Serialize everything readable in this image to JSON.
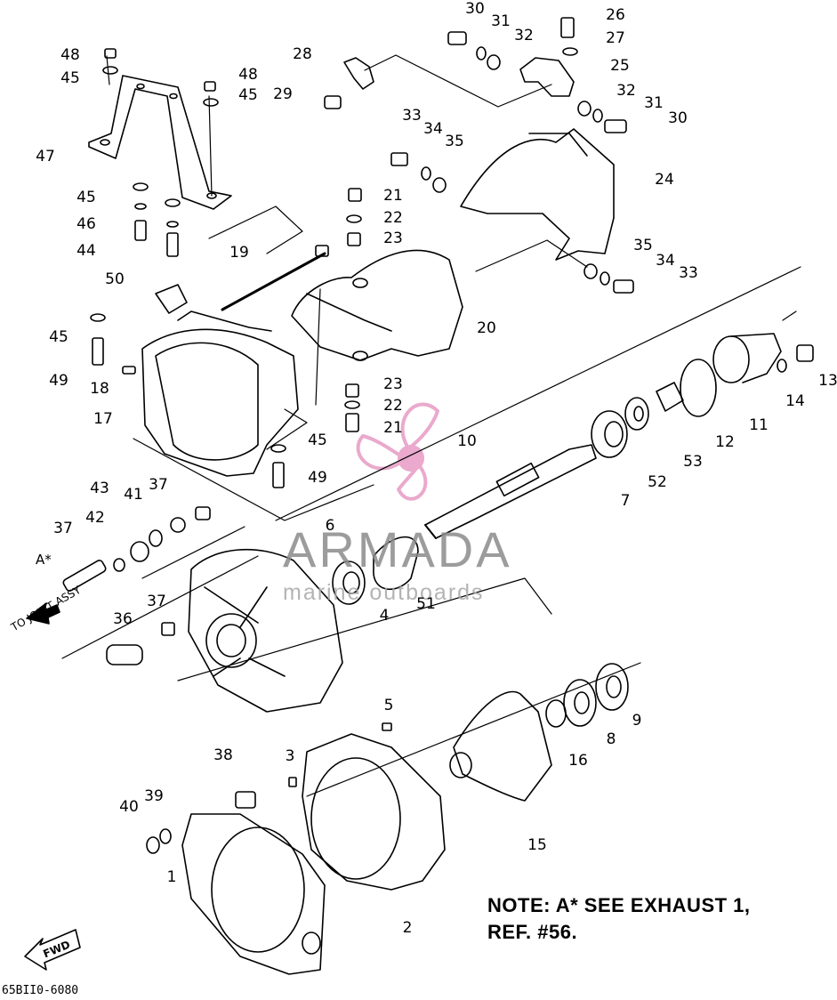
{
  "note": {
    "line1": "NOTE: A* SEE EXHAUST 1,",
    "line2": "REF. #56."
  },
  "watermark": {
    "brand": "ARMADA",
    "tagline": "marine outboards",
    "color": "#e8a0c8"
  },
  "drawing_code": "65BII0-6080",
  "direction_labels": {
    "to_joint": "TO JOINT ASSY",
    "a_star": "A*",
    "fwd": "FWD"
  },
  "callouts": [
    {
      "id": "c1",
      "text": "1"
    },
    {
      "id": "c2",
      "text": "2"
    },
    {
      "id": "c3",
      "text": "3"
    },
    {
      "id": "c4",
      "text": "4"
    },
    {
      "id": "c5",
      "text": "5"
    },
    {
      "id": "c6",
      "text": "6"
    },
    {
      "id": "c7",
      "text": "7"
    },
    {
      "id": "c8",
      "text": "8"
    },
    {
      "id": "c9",
      "text": "9"
    },
    {
      "id": "c10",
      "text": "10"
    },
    {
      "id": "c11",
      "text": "11"
    },
    {
      "id": "c12",
      "text": "12"
    },
    {
      "id": "c13",
      "text": "13"
    },
    {
      "id": "c14",
      "text": "14"
    },
    {
      "id": "c15",
      "text": "15"
    },
    {
      "id": "c16",
      "text": "16"
    },
    {
      "id": "c17",
      "text": "17"
    },
    {
      "id": "c18",
      "text": "18"
    },
    {
      "id": "c19",
      "text": "19"
    },
    {
      "id": "c20",
      "text": "20"
    },
    {
      "id": "c21a",
      "text": "21"
    },
    {
      "id": "c21b",
      "text": "21"
    },
    {
      "id": "c22a",
      "text": "22"
    },
    {
      "id": "c22b",
      "text": "22"
    },
    {
      "id": "c23a",
      "text": "23"
    },
    {
      "id": "c23b",
      "text": "23"
    },
    {
      "id": "c24",
      "text": "24"
    },
    {
      "id": "c25",
      "text": "25"
    },
    {
      "id": "c26",
      "text": "26"
    },
    {
      "id": "c27",
      "text": "27"
    },
    {
      "id": "c28",
      "text": "28"
    },
    {
      "id": "c29",
      "text": "29"
    },
    {
      "id": "c30a",
      "text": "30"
    },
    {
      "id": "c30b",
      "text": "30"
    },
    {
      "id": "c31a",
      "text": "31"
    },
    {
      "id": "c31b",
      "text": "31"
    },
    {
      "id": "c32a",
      "text": "32"
    },
    {
      "id": "c32b",
      "text": "32"
    },
    {
      "id": "c33a",
      "text": "33"
    },
    {
      "id": "c33b",
      "text": "33"
    },
    {
      "id": "c34a",
      "text": "34"
    },
    {
      "id": "c34b",
      "text": "34"
    },
    {
      "id": "c35a",
      "text": "35"
    },
    {
      "id": "c35b",
      "text": "35"
    },
    {
      "id": "c36",
      "text": "36"
    },
    {
      "id": "c37a",
      "text": "37"
    },
    {
      "id": "c37b",
      "text": "37"
    },
    {
      "id": "c37c",
      "text": "37"
    },
    {
      "id": "c38",
      "text": "38"
    },
    {
      "id": "c39",
      "text": "39"
    },
    {
      "id": "c40",
      "text": "40"
    },
    {
      "id": "c41",
      "text": "41"
    },
    {
      "id": "c42",
      "text": "42"
    },
    {
      "id": "c43",
      "text": "43"
    },
    {
      "id": "c44",
      "text": "44"
    },
    {
      "id": "c45a",
      "text": "45"
    },
    {
      "id": "c45b",
      "text": "45"
    },
    {
      "id": "c45c",
      "text": "45"
    },
    {
      "id": "c45d",
      "text": "45"
    },
    {
      "id": "c45e",
      "text": "45"
    },
    {
      "id": "c46",
      "text": "46"
    },
    {
      "id": "c47",
      "text": "47"
    },
    {
      "id": "c48a",
      "text": "48"
    },
    {
      "id": "c48b",
      "text": "48"
    },
    {
      "id": "c49a",
      "text": "49"
    },
    {
      "id": "c49b",
      "text": "49"
    },
    {
      "id": "c50",
      "text": "50"
    },
    {
      "id": "c51",
      "text": "51"
    },
    {
      "id": "c52",
      "text": "52"
    },
    {
      "id": "c53",
      "text": "53"
    }
  ]
}
